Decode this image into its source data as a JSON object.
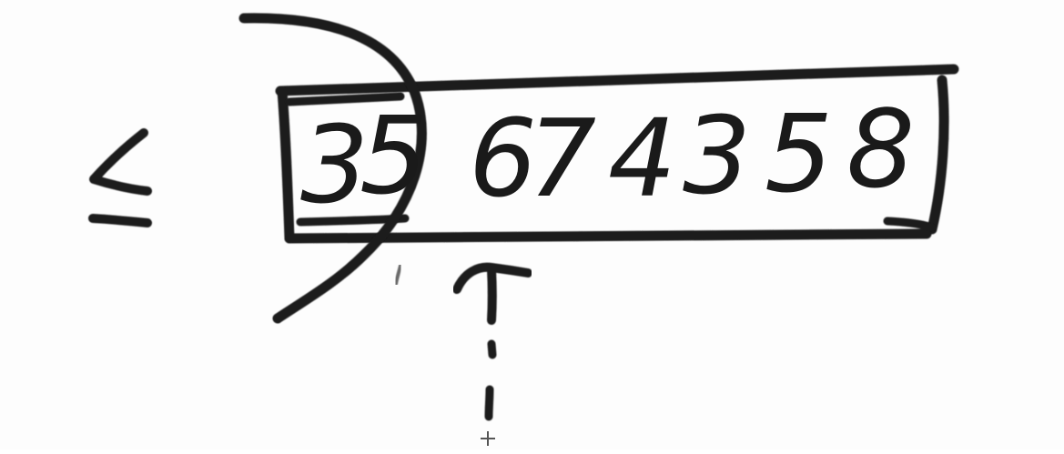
{
  "symbol": "≤",
  "prefix_digits": [
    "3",
    "5"
  ],
  "remaining_digits": [
    "6",
    "7",
    "4",
    "3",
    "5",
    "8"
  ],
  "colors": {
    "ink": "#1a1a1a",
    "background": "#fdfdfd"
  },
  "icons": [
    "up-arrow-icon",
    "cursor-crosshair-icon"
  ]
}
